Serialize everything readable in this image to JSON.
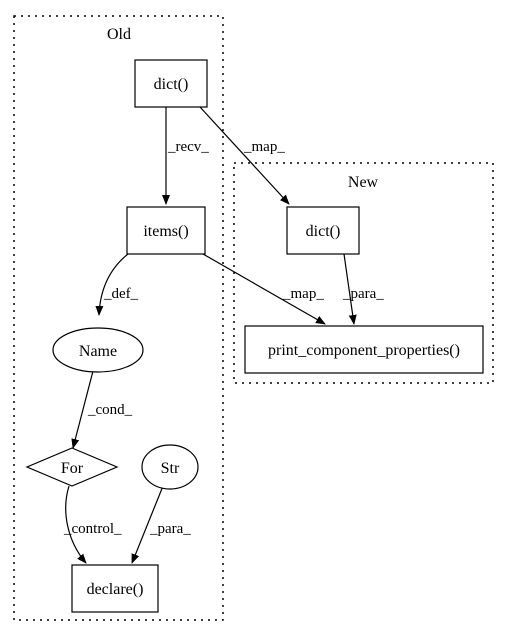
{
  "clusters": {
    "old": {
      "label": "Old"
    },
    "new": {
      "label": "New"
    }
  },
  "nodes": {
    "dict_old": {
      "label": "dict()"
    },
    "items": {
      "label": "items()"
    },
    "name": {
      "label": "Name"
    },
    "for_node": {
      "label": "For"
    },
    "str": {
      "label": "Str"
    },
    "declare": {
      "label": "declare()"
    },
    "dict_new": {
      "label": "dict()"
    },
    "print_props": {
      "label": "print_component_properties()"
    }
  },
  "edges": {
    "recv": {
      "label": "_recv_"
    },
    "map_dict": {
      "label": "_map_"
    },
    "def": {
      "label": "_def_"
    },
    "map_items": {
      "label": "_map_"
    },
    "para_new": {
      "label": "_para_"
    },
    "cond": {
      "label": "_cond_"
    },
    "control": {
      "label": "_control_"
    },
    "para_str": {
      "label": "_para_"
    }
  }
}
